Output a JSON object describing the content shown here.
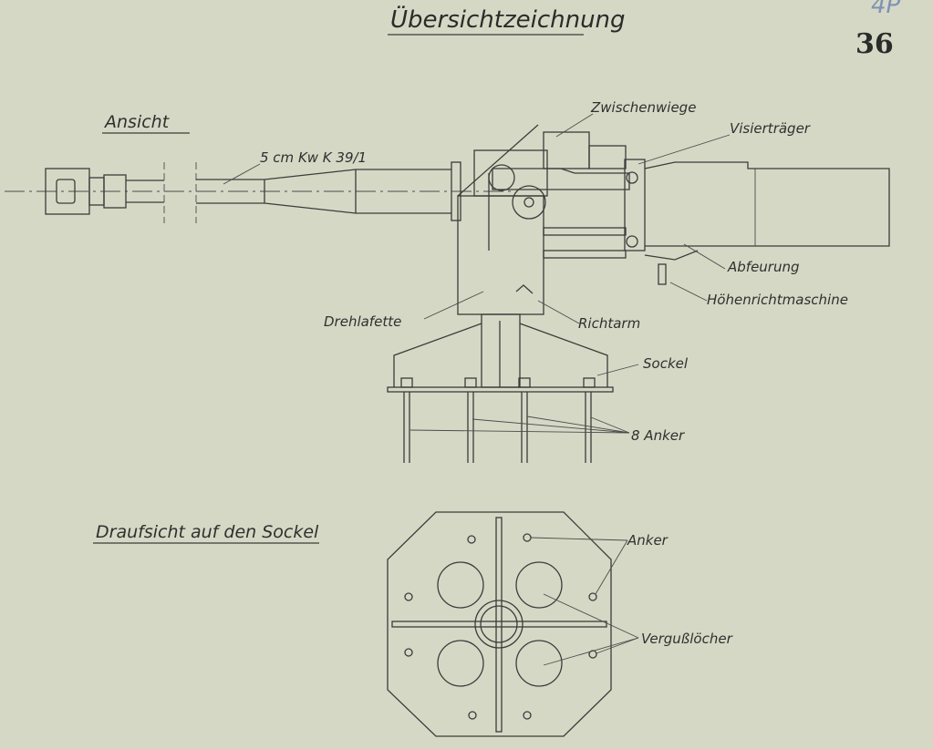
{
  "title": "Übersichtzeichnung",
  "page_number": "36",
  "handwritten_note": "4P",
  "side_view": {
    "heading": "Ansicht",
    "labels": {
      "gun": "5 cm Kw K 39/1",
      "intermediate_cradle": "Zwischenwiege",
      "sight_carrier": "Visierträger",
      "firing_mechanism": "Abfeurung",
      "elevating_gear": "Höhenrichtmaschine",
      "pivot_mount": "Drehlafette",
      "aiming_arm": "Richtarm",
      "pedestal": "Sockel",
      "anchors": "8 Anker"
    }
  },
  "top_view": {
    "heading": "Draufsicht auf den Sockel",
    "labels": {
      "anchor": "Anker",
      "grout_holes": "Vergußlöcher"
    }
  }
}
